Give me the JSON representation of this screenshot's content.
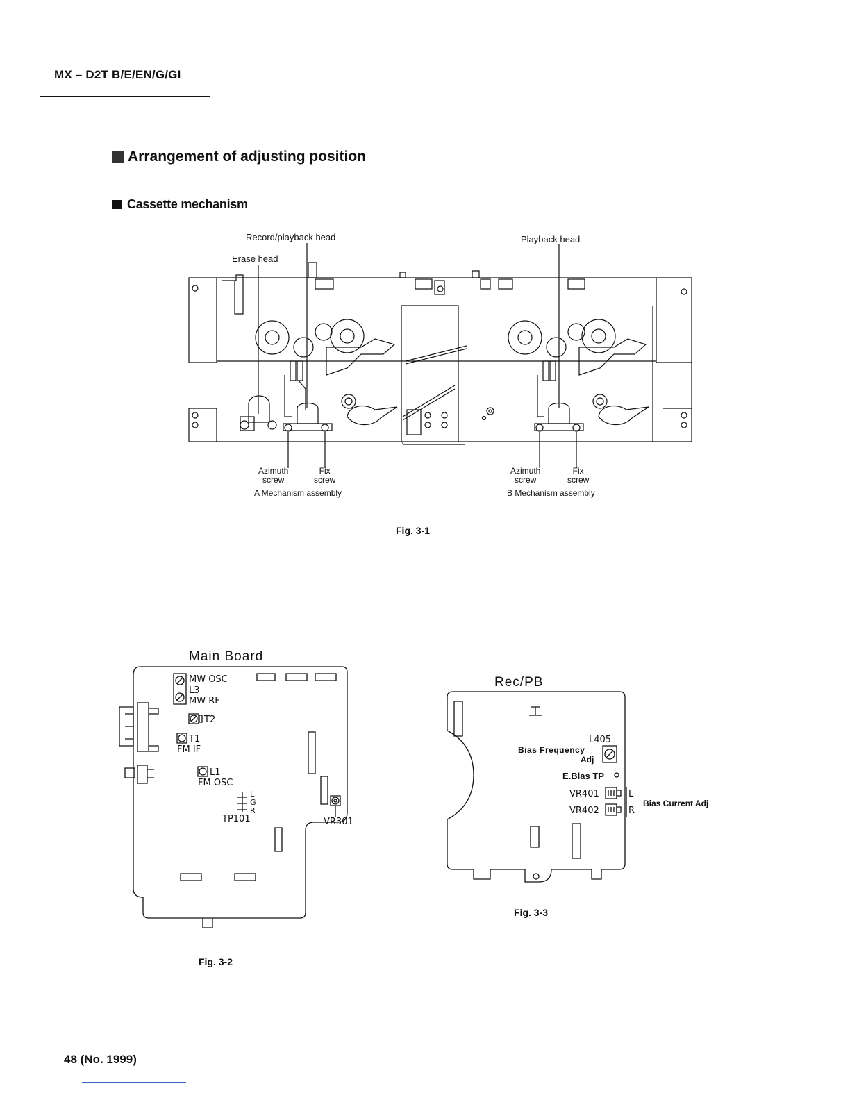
{
  "header": {
    "model": "MX – D2T B/E/EN/G/GI"
  },
  "section": {
    "title": "Arrangement of adjusting position",
    "subtitle": "Cassette mechanism"
  },
  "fig31": {
    "record_playback_head": "Record/playback head",
    "erase_head": "Erase head",
    "playback_head": "Playback head",
    "a_azimuth": "Azimuth\nscrew",
    "a_fix": "Fix\nscrew",
    "a_assembly": "A  Mechanism assembly",
    "b_azimuth": "Azimuth\nscrew",
    "b_fix": "Fix\nscrew",
    "b_assembly": "B  Mechanism assembly",
    "caption": "Fig. 3-1"
  },
  "main_board": {
    "title": "Main  Board",
    "mw_osc": "MW OSC",
    "l3": "L3",
    "mw_rf": "MW RF",
    "t2": "T2",
    "t1": "T1",
    "fm_if": "FM IF",
    "l1": "L1",
    "fm_osc": "FM OSC",
    "l": "L",
    "g": "G",
    "r": "R",
    "tp101": "TP101",
    "vr301": "VR301",
    "caption": "Fig. 3-2"
  },
  "recpb_board": {
    "title": "Rec/PB",
    "l405": "L405",
    "bias_freq": "Bias Frequency",
    "adj": "Adj",
    "ebias_tp": "E.Bias TP",
    "vr401": "VR401",
    "vr402": "VR402",
    "l": "L",
    "r": "R",
    "bias_current": "Bias Current Adj",
    "caption": "Fig. 3-3"
  },
  "footer": {
    "page": "48 (No. 1999)"
  }
}
